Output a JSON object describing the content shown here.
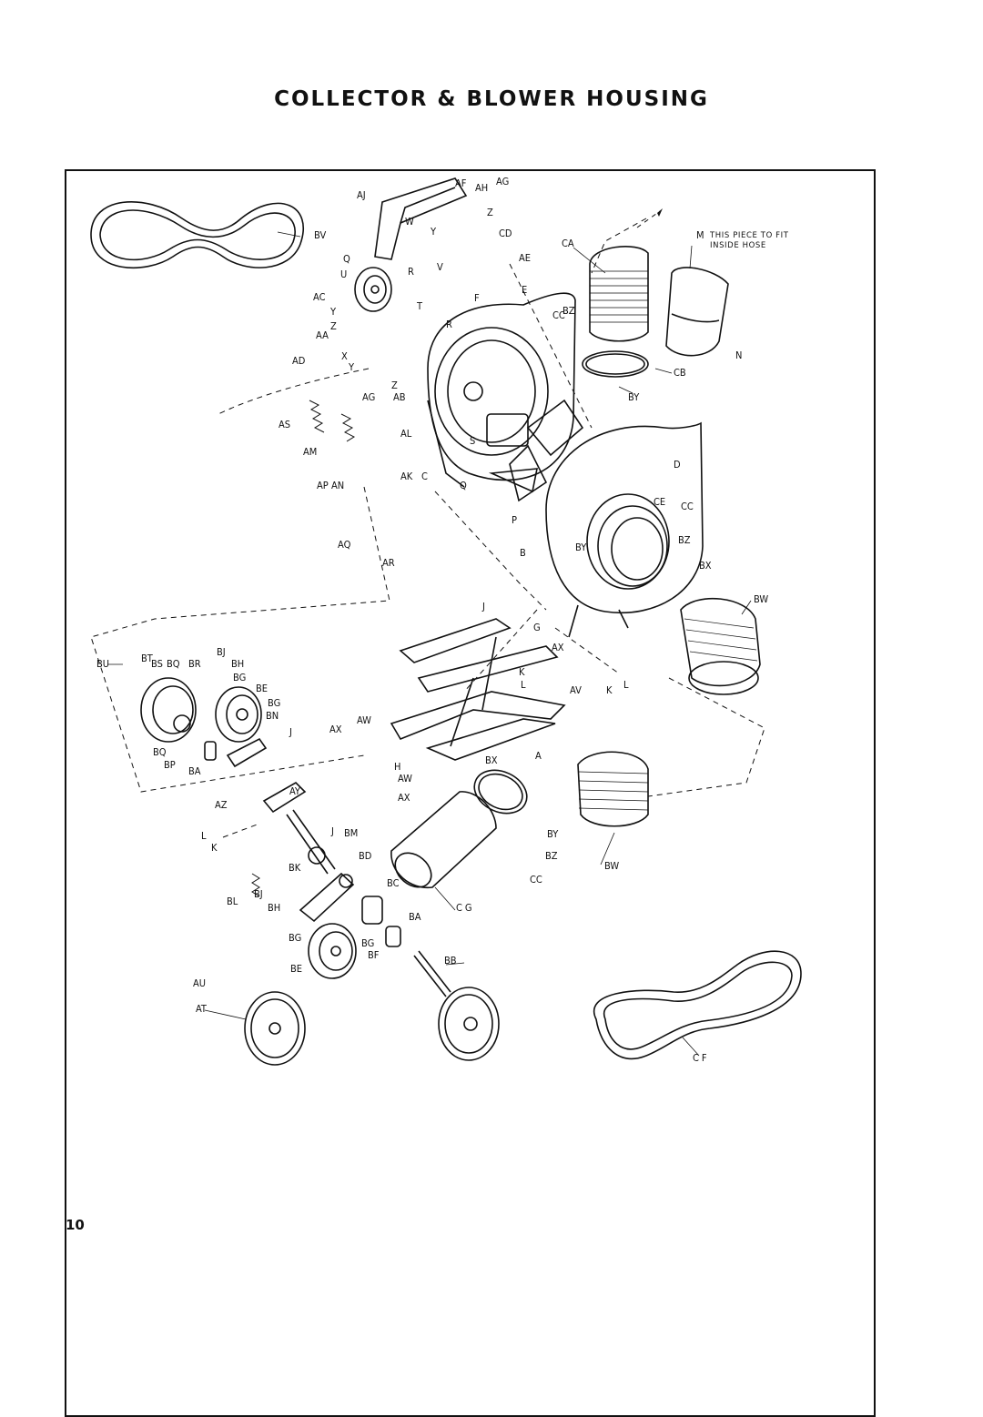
{
  "page": {
    "title": "COLLECTOR & BLOWER HOUSING",
    "page_number": "10"
  },
  "note": {
    "letter": "M",
    "line1": "THIS PIECE TO FIT",
    "line2": "INSIDE HOSE"
  },
  "callouts": [
    "AJ",
    "AF",
    "AH",
    "AG",
    "W",
    "Z",
    "Y",
    "CD",
    "BV",
    "Q",
    "U",
    "R",
    "V",
    "AE",
    "CA",
    "E",
    "AC",
    "T",
    "F",
    "Y",
    "Z",
    "R",
    "CC",
    "BZ",
    "AA",
    "AD",
    "X",
    "Y",
    "Z",
    "AB",
    "AG",
    "N",
    "CB",
    "BY",
    "AS",
    "AL",
    "S",
    "AM",
    "D",
    "AP",
    "AN",
    "AK",
    "C",
    "Q",
    "CE",
    "CC",
    "BY",
    "BZ",
    "P",
    "AQ",
    "AR",
    "B",
    "BX",
    "BW",
    "J",
    "G",
    "BU",
    "BT",
    "BS",
    "BQ",
    "BR",
    "BJ",
    "BH",
    "BG",
    "BE",
    "AX",
    "K",
    "L",
    "AV",
    "K",
    "L",
    "BG",
    "BN",
    "AX",
    "AW",
    "J",
    "BQ",
    "BP",
    "BA",
    "H",
    "BX",
    "A",
    "AW",
    "AX",
    "AY",
    "AZ",
    "L",
    "K",
    "J",
    "BM",
    "BY",
    "BD",
    "BZ",
    "BK",
    "CC",
    "BW",
    "BC",
    "BL",
    "BJ",
    "BH",
    "CG",
    "BA",
    "BG",
    "BG",
    "BF",
    "BE",
    "BB",
    "AU",
    "AT",
    "CF"
  ]
}
